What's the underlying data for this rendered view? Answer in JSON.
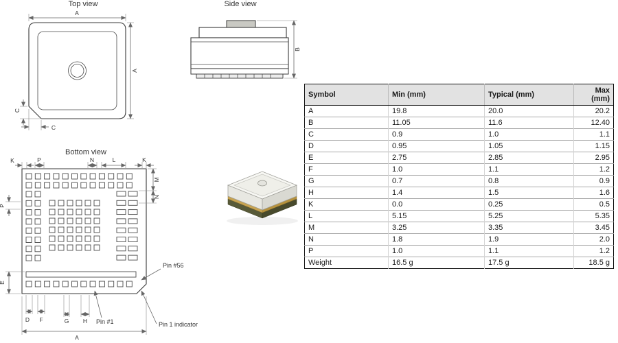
{
  "views": {
    "top": {
      "label": "Top view"
    },
    "side": {
      "label": "Side view"
    },
    "bottom": {
      "label": "Bottom view"
    }
  },
  "dims": {
    "A": "A",
    "B": "B",
    "C": "C",
    "D": "D",
    "E": "E",
    "F": "F",
    "G": "G",
    "H": "H",
    "K": "K",
    "L": "L",
    "M": "M",
    "N": "N",
    "P": "P"
  },
  "annotations": {
    "pin56": "Pin #56",
    "pin1": "Pin #1",
    "pin1_indicator": "Pin 1 indicator"
  },
  "table": {
    "headers": [
      "Symbol",
      "Min (mm)",
      "Typical (mm)",
      "Max (mm)"
    ],
    "rows": [
      [
        "A",
        "19.8",
        "20.0",
        "20.2"
      ],
      [
        "B",
        "11.05",
        "11.6",
        "12.40"
      ],
      [
        "C",
        "0.9",
        "1.0",
        "1.1"
      ],
      [
        "D",
        "0.95",
        "1.05",
        "1.15"
      ],
      [
        "E",
        "2.75",
        "2.85",
        "2.95"
      ],
      [
        "F",
        "1.0",
        "1.1",
        "1.2"
      ],
      [
        "G",
        "0.7",
        "0.8",
        "0.9"
      ],
      [
        "H",
        "1.4",
        "1.5",
        "1.6"
      ],
      [
        "K",
        "0.0",
        "0.25",
        "0.5"
      ],
      [
        "L",
        "5.15",
        "5.25",
        "5.35"
      ],
      [
        "M",
        "3.25",
        "3.35",
        "3.45"
      ],
      [
        "N",
        "1.8",
        "1.9",
        "2.0"
      ],
      [
        "P",
        "1.0",
        "1.1",
        "1.2"
      ],
      [
        "Weight",
        "16.5 g",
        "17.5 g",
        "18.5 g"
      ]
    ]
  },
  "colors": {
    "outline": "#3a3a3a",
    "dimension_line": "#666666",
    "table_header_bg": "#e2e2e2",
    "table_border": "#111111",
    "pcb_green": "#53552f",
    "gold": "#c8a452",
    "module_body": "#f2f2ee"
  }
}
